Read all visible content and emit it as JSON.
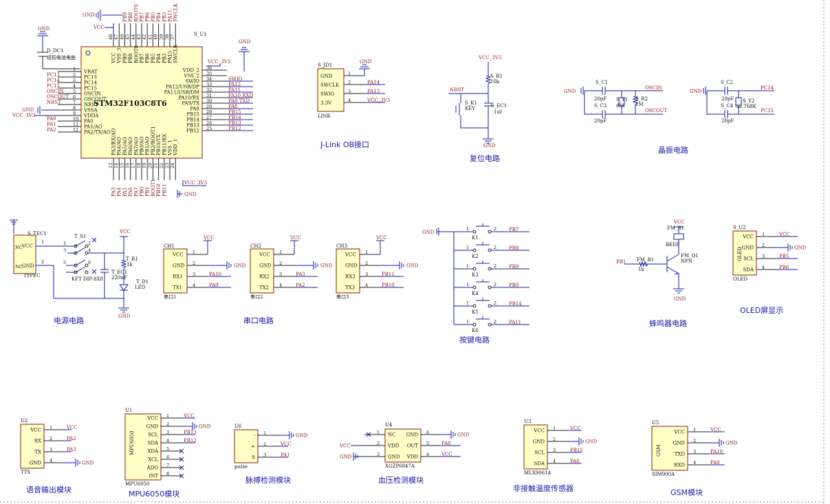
{
  "captions": {
    "jlink": "J-Link OB接口",
    "reset": "复位电路",
    "crystal": "晶振电路",
    "power": "电源电路",
    "uart": "串口电路",
    "keys": "按键电路",
    "buzzer": "蜂鸣器电路",
    "oled": "OLED屏显示",
    "voice": "语音输出模块",
    "mpu": "MPU6050模块",
    "pulse": "脉搏检测模块",
    "bp": "血压检测模块",
    "temp": "非接触温度传感器",
    "gsm": "GSM模块"
  },
  "mcu": {
    "ref": "S_U1",
    "name": "STM32F103C8T6",
    "left_pins": [
      {
        "num": "1",
        "name": "VBAT",
        "net": ""
      },
      {
        "num": "2",
        "name": "PC13",
        "net": "PC13"
      },
      {
        "num": "3",
        "name": "PC14",
        "net": "PC14"
      },
      {
        "num": "4",
        "name": "PC15",
        "net": "PC15"
      },
      {
        "num": "5",
        "name": "OSCIN",
        "net": "OSCIN"
      },
      {
        "num": "6",
        "name": "OSCOUT",
        "net": "OSCOUT"
      },
      {
        "num": "7",
        "name": "NRST",
        "net": "NRST"
      },
      {
        "num": "8",
        "name": "VSSA",
        "net": "GND"
      },
      {
        "num": "9",
        "name": "VDDA",
        "net": "VCC_3V3"
      },
      {
        "num": "10",
        "name": "PA0",
        "net": "PA0"
      },
      {
        "num": "11",
        "name": "PA1/AO",
        "net": "PA1"
      },
      {
        "num": "12",
        "name": "PA2/TX/AO",
        "net": "PA2"
      }
    ],
    "right_pins": [
      {
        "num": "36",
        "name": "VDD_2",
        "net": "VCC_3V3"
      },
      {
        "num": "35",
        "name": "VSS_2",
        "net": ""
      },
      {
        "num": "34",
        "name": "SWIO",
        "net": "SWIO"
      },
      {
        "num": "33",
        "name": "PA12/USB/DP",
        "net": "PA12"
      },
      {
        "num": "32",
        "name": "PA11/USB/DM",
        "net": "PA11"
      },
      {
        "num": "31",
        "name": "PA10/RX",
        "net": "PA10_RXD"
      },
      {
        "num": "30",
        "name": "PA9/TX",
        "net": "PA9_TXD"
      },
      {
        "num": "29",
        "name": "PA8",
        "net": "PA8"
      },
      {
        "num": "28",
        "name": "PB15",
        "net": "PB15"
      },
      {
        "num": "27",
        "name": "PB14",
        "net": "PB14"
      },
      {
        "num": "26",
        "name": "PB13",
        "net": "PB13"
      },
      {
        "num": "25",
        "name": "PB12",
        "net": "PB12"
      }
    ],
    "top_pins": [
      {
        "num": "48",
        "name": "VCC",
        "net": "VCC"
      },
      {
        "num": "47",
        "name": "VSS_3",
        "net": "GND"
      },
      {
        "num": "46",
        "name": "PB9",
        "net": "PB9"
      },
      {
        "num": "45",
        "name": "PB8",
        "net": "PB8"
      },
      {
        "num": "44",
        "name": "BOOT0",
        "net": "BOOT0"
      },
      {
        "num": "43",
        "name": "PB7",
        "net": "PB7"
      },
      {
        "num": "42",
        "name": "PB6",
        "net": "PB6"
      },
      {
        "num": "41",
        "name": "PB5",
        "net": "PB5"
      },
      {
        "num": "40",
        "name": "PB4",
        "net": "PB4"
      },
      {
        "num": "39",
        "name": "PB3",
        "net": "PB3"
      },
      {
        "num": "38",
        "name": "PA15",
        "net": "PA15"
      },
      {
        "num": "37",
        "name": "SWCLK",
        "net": "SWCLK"
      }
    ],
    "bottom_pins": [
      {
        "num": "13",
        "name": "PA3/RX/AO",
        "net": "PA3"
      },
      {
        "num": "14",
        "name": "PA4/AO",
        "net": "PA4"
      },
      {
        "num": "15",
        "name": "PA5/AO",
        "net": "PA5"
      },
      {
        "num": "16",
        "name": "PA6/AO",
        "net": "PA6"
      },
      {
        "num": "17",
        "name": "PA7/AO",
        "net": "PA7"
      },
      {
        "num": "18",
        "name": "PB0/AO",
        "net": "PB0"
      },
      {
        "num": "19",
        "name": "PB1/AO",
        "net": "PB1"
      },
      {
        "num": "20",
        "name": "PB2/BOOT1",
        "net": "BOOT1"
      },
      {
        "num": "21",
        "name": "PB10/TX",
        "net": "PB10"
      },
      {
        "num": "22",
        "name": "PB11/RX",
        "net": "PB11"
      },
      {
        "num": "23",
        "name": "VSS_1",
        "net": ""
      },
      {
        "num": "24",
        "name": "VDD_1",
        "net": ""
      }
    ],
    "top_gnd": "GND",
    "top_vcc": "VCC",
    "bottom_vcc": "VCC_3V3",
    "bottom_gnd": "GND",
    "right_vcc": "VCC_3V3",
    "left_gnd": "GND",
    "left_vcc": "VCC_3V3"
  },
  "battery": {
    "gnd": "GND",
    "ref": "D_DC1",
    "name": "纽扣电池电座"
  },
  "jlink": {
    "ref": "S_JD1",
    "foot": "LINK",
    "gnd": "GND",
    "pins": [
      {
        "num": "1",
        "name": "GND",
        "net": ""
      },
      {
        "num": "2",
        "name": "SWCLK",
        "net": "PA14"
      },
      {
        "num": "3",
        "name": "SWIO",
        "net": "PA13"
      },
      {
        "num": "4",
        "name": "3.3V",
        "net": "VCC_3V3"
      }
    ]
  },
  "reset": {
    "vcc": "VCC_3V3",
    "r_ref": "S_R1",
    "r_val": "10k",
    "nrst": "NRST",
    "k_ref": "S_K1",
    "k_val": "KEY",
    "c_ref": "S_EC1",
    "c_val": "1uf",
    "gnd": "GND"
  },
  "crystal1": {
    "gnd": "GND",
    "c1": "S_C1",
    "c1v": "20pF",
    "c3": "S_C3",
    "c3v": "20pF",
    "y": "S_Y1",
    "yv": "8M",
    "r": "S_R2",
    "rv": "1M",
    "oscin": "OSCIN",
    "oscout": "OSCOUT"
  },
  "crystal2": {
    "gnd": "GND",
    "c2": "S_C2",
    "c2v": "20pF",
    "c4": "S_C4",
    "c4v": "20pF",
    "y": "S_Y2",
    "yv": "32.768K",
    "pc14": "PC14",
    "pc15": "PC15"
  },
  "power": {
    "ref": "S_TEC1",
    "foot": "TYPEC",
    "nc": "NC",
    "vcc_pin": "VCC",
    "gnd_pin": "GND",
    "s_ref": "T_S1",
    "s_foot": "KFT DIP-8X8",
    "vcc": "VCC",
    "r_ref": "T_R1",
    "r_val": "1k",
    "c_ref": "T_EC1",
    "c_val": "220uF",
    "d_ref": "T_D1",
    "d_val": "LED",
    "gnd": "GND",
    "p1": "1",
    "p2": "2",
    "p3": "3",
    "p4": "4",
    "p5": "5",
    "p6": "6"
  },
  "uart": [
    {
      "ref": "CH1",
      "foot": "串口1",
      "vcc": "VCC",
      "gnd": "GND",
      "rx": "PA10",
      "tx": "PA9"
    },
    {
      "ref": "CH2",
      "foot": "串口2",
      "vcc": "VCC",
      "gnd": "GND",
      "rx": "PA3",
      "tx": "PA2"
    },
    {
      "ref": "CH3",
      "foot": "串口3",
      "vcc": "VCC",
      "gnd": "GND",
      "rx": "PB11",
      "tx": "PB10"
    }
  ],
  "uart_pin_names": [
    "VCC",
    "GND",
    "RX1",
    "TX1",
    "VCC",
    "GND",
    "RX2",
    "TX2",
    "VCC",
    "GND",
    "RX3",
    "TX3"
  ],
  "keys": {
    "gnd": "GND",
    "items": [
      {
        "ref": "K1",
        "net": "PB7"
      },
      {
        "ref": "K2",
        "net": "PB8"
      },
      {
        "ref": "K3",
        "net": "PB9"
      },
      {
        "ref": "K4",
        "net": "PB0"
      },
      {
        "ref": "K5",
        "net": "PB14"
      },
      {
        "ref": "K6",
        "net": "PA11"
      }
    ]
  },
  "buzzer": {
    "vcc": "VCC",
    "ref": "FM_B1",
    "val": "BEEP",
    "q_ref": "FM_Q1",
    "q_val": "NPN",
    "r_ref": "FM_R1",
    "r_val": "1k",
    "net": "PB1",
    "gnd": "GND"
  },
  "oled": {
    "ref": "S_U2",
    "foot": "OLED",
    "body": "OLED",
    "pins": [
      {
        "num": "1",
        "name": "VCC",
        "net": "VCC"
      },
      {
        "num": "2",
        "name": "GND",
        "net": "GND"
      },
      {
        "num": "3",
        "name": "SCL",
        "net": "PB5"
      },
      {
        "num": "4",
        "name": "SDA",
        "net": "PB6"
      }
    ]
  },
  "voice": {
    "ref": "U2",
    "foot": "TTS",
    "pins": [
      {
        "num": "1",
        "name": "VCC",
        "net": "VCC"
      },
      {
        "num": "2",
        "name": "RX",
        "net": "PA2"
      },
      {
        "num": "3",
        "name": "TX",
        "net": "PA3"
      },
      {
        "num": "4",
        "name": "GND",
        "net": "GND"
      }
    ]
  },
  "mpu": {
    "ref": "U1",
    "foot": "MPU6050",
    "body": "MPU6050",
    "pins": [
      {
        "num": "1",
        "name": "VCC",
        "net": "VCC"
      },
      {
        "num": "2",
        "name": "GND",
        "net": "GND"
      },
      {
        "num": "3",
        "name": "SCL",
        "net": "PB13"
      },
      {
        "num": "4",
        "name": "SDA",
        "net": "PB12"
      },
      {
        "num": "5",
        "name": "XDA",
        "net": ""
      },
      {
        "num": "6",
        "name": "XCL",
        "net": ""
      },
      {
        "num": "7",
        "name": "ADO",
        "net": ""
      },
      {
        "num": "8",
        "name": "INT",
        "net": ""
      }
    ]
  },
  "pulse": {
    "ref": "U6",
    "foot": "pulse",
    "pins": [
      {
        "num": "1",
        "name": "-",
        "net": "GND"
      },
      {
        "num": "2",
        "name": "+",
        "net": "VCC"
      },
      {
        "num": "3",
        "name": "S",
        "net": "PA1"
      }
    ]
  },
  "bp": {
    "ref": "U4",
    "foot": "XGZP6847A",
    "left": [
      {
        "num": "1",
        "name": "NC",
        "net": ""
      },
      {
        "num": "2",
        "name": "VDD",
        "net": "VCC"
      },
      {
        "num": "3",
        "name": "GND",
        "net": "GND"
      }
    ],
    "right": [
      {
        "num": "6",
        "name": "GND",
        "net": "GND"
      },
      {
        "num": "5",
        "name": "OUT",
        "net": "PA0"
      },
      {
        "num": "4",
        "name": "VDD",
        "net": "VCC"
      }
    ]
  },
  "temp": {
    "ref": "U3",
    "foot": "MLX90614",
    "pins": [
      {
        "num": "1",
        "name": "VCC",
        "net": "VCC"
      },
      {
        "num": "2",
        "name": "GND",
        "net": "GND"
      },
      {
        "num": "3",
        "name": "SCL",
        "net": "PB15"
      },
      {
        "num": "4",
        "name": "SDA",
        "net": "PA8"
      }
    ]
  },
  "gsm": {
    "ref": "U5",
    "foot": "SIM900A",
    "body": "GSM",
    "pins": [
      {
        "num": "1",
        "name": "VCC",
        "net": "VCC"
      },
      {
        "num": "2",
        "name": "GND",
        "net": "GND"
      },
      {
        "num": "3",
        "name": "TXD",
        "net": "PA10"
      },
      {
        "num": "4",
        "name": "RXD",
        "net": "PA9"
      }
    ]
  }
}
